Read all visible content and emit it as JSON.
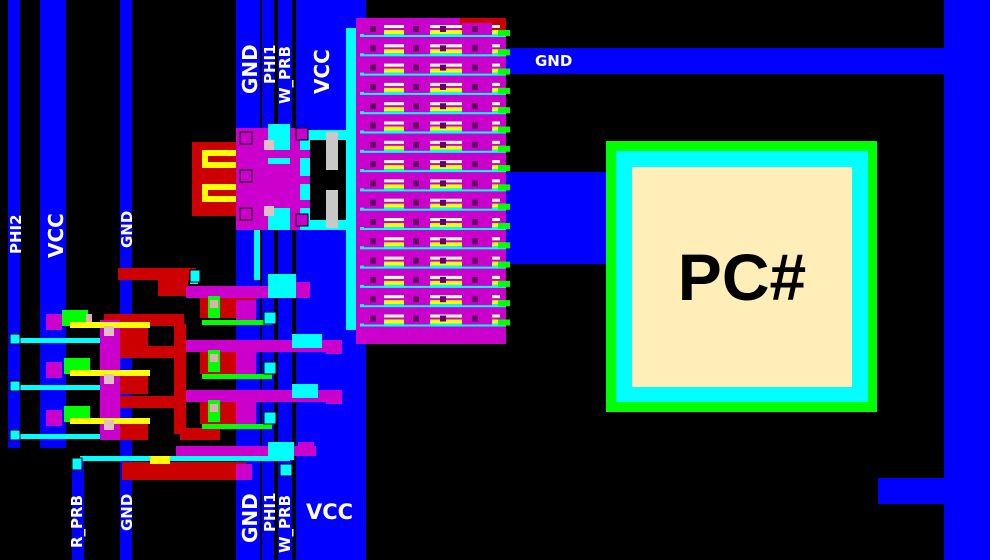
{
  "colors": {
    "background": "#000000",
    "metal_blue": "#0000ff",
    "poly_red": "#cc0000",
    "diffusion_magenta": "#cc00cc",
    "contact_cyan": "#00ffff",
    "via_yellow": "#ffff00",
    "pad_green": "#00ff00",
    "pad_fill": "#ffeeb8",
    "label_text": "#ffffff"
  },
  "rails": {
    "left_phi2": "PHI2",
    "left_vcc": "VCC",
    "left_gnd": "GND",
    "bottom_r_prb": "R_PRB",
    "bottom_gnd": "GND",
    "mid_gnd_top": "GND",
    "mid_phi1_top": "PHI1",
    "mid_w_prb_top": "W_PRB",
    "mid_vcc_top": "VCC",
    "mid_gnd_bottom": "GND",
    "mid_phi1_bottom": "PHI1",
    "mid_w_prb_bottom": "W_PRB",
    "mid_vcc_bottom": "VCC",
    "right_gnd": "GND"
  },
  "pad": {
    "label": "PC#"
  },
  "icons": {
    "transistor": "transistor-icon",
    "via": "via-icon"
  }
}
